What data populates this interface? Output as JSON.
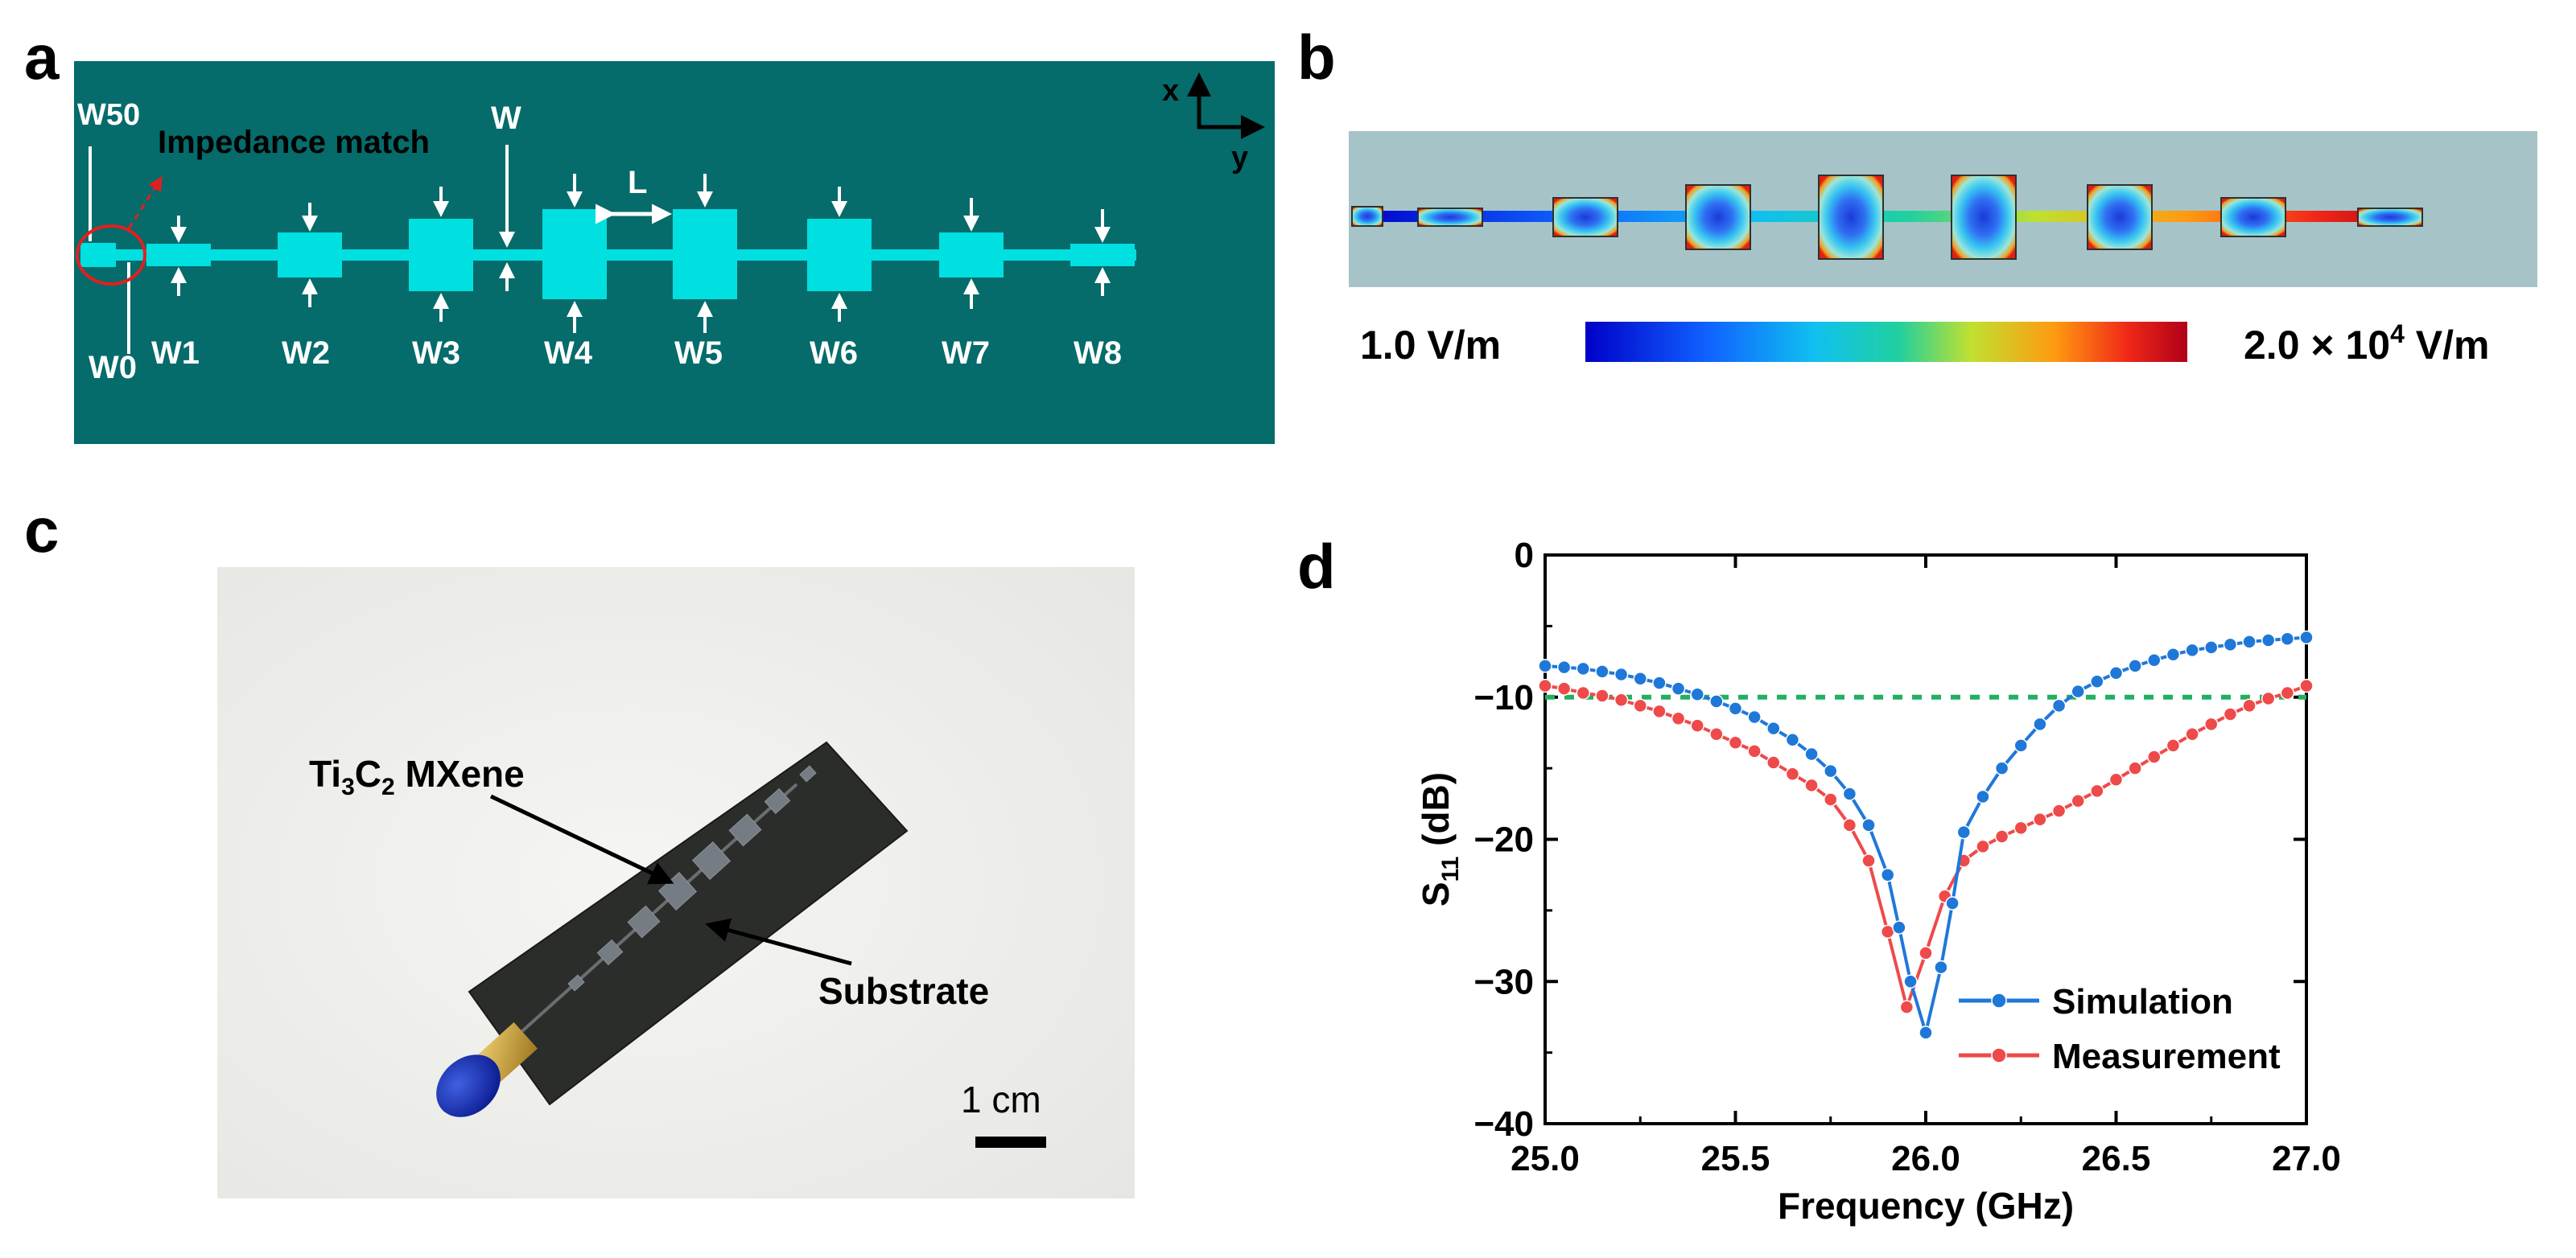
{
  "panels": {
    "a": {
      "letter": "a",
      "colors": {
        "substrate": "#056b6b",
        "line": "#00e0e0",
        "arrow": "#ffffff",
        "callout": "#e02020"
      },
      "labels": {
        "w50": "W50",
        "w0": "W0",
        "w": "W",
        "l": "L",
        "impedance": "Impedance match",
        "axis_x": "x",
        "axis_y": "y"
      },
      "stubs": [
        "W1",
        "W2",
        "W3",
        "W4",
        "W5",
        "W6",
        "W7",
        "W8"
      ]
    },
    "b": {
      "letter": "b",
      "colorbar_min": "1.0 V/m",
      "colorbar_max_base": "2.0 × 10",
      "colorbar_max_exp": "4",
      "colorbar_max_unit": " V/m"
    },
    "c": {
      "letter": "c",
      "label_mxene": {
        "a": "Ti",
        "s1": "3",
        "b": "C",
        "s2": "2",
        "c": " MXene"
      },
      "label_substrate": "Substrate",
      "scale_label": "1 cm"
    },
    "d": {
      "letter": "d"
    }
  },
  "chart_data": {
    "type": "line",
    "xlabel": "Frequency (GHz)",
    "ylabel": {
      "main": "S",
      "sub": "11",
      "rest": " (dB)"
    },
    "xlim": [
      25.0,
      27.0
    ],
    "ylim": [
      -40,
      0
    ],
    "xticks": [
      "25.0",
      "25.5",
      "26.0",
      "26.5",
      "27.0"
    ],
    "yticks": [
      "0",
      "-10",
      "-20",
      "-30",
      "-40"
    ],
    "grid": false,
    "legend_position": "bottom-right",
    "reference_line": {
      "y": -10,
      "style": "dashed",
      "color": "#22b060"
    },
    "series": [
      {
        "name": "Simulation",
        "color": "#1f78d8",
        "x": [
          25.0,
          25.05,
          25.1,
          25.15,
          25.2,
          25.25,
          25.3,
          25.35,
          25.4,
          25.45,
          25.5,
          25.55,
          25.6,
          25.65,
          25.7,
          25.75,
          25.8,
          25.85,
          25.9,
          25.93,
          25.96,
          26.0,
          26.04,
          26.07,
          26.1,
          26.15,
          26.2,
          26.25,
          26.3,
          26.35,
          26.4,
          26.45,
          26.5,
          26.55,
          26.6,
          26.65,
          26.7,
          26.75,
          26.8,
          26.85,
          26.9,
          26.95,
          27.0
        ],
        "y": [
          -7.8,
          -7.9,
          -8.0,
          -8.2,
          -8.4,
          -8.7,
          -9.0,
          -9.4,
          -9.8,
          -10.3,
          -10.8,
          -11.4,
          -12.2,
          -13.0,
          -14.0,
          -15.2,
          -16.8,
          -19.0,
          -22.5,
          -26.2,
          -30.0,
          -33.6,
          -29.0,
          -24.5,
          -19.5,
          -17.0,
          -15.0,
          -13.4,
          -11.9,
          -10.6,
          -9.6,
          -8.9,
          -8.3,
          -7.8,
          -7.4,
          -7.0,
          -6.7,
          -6.5,
          -6.3,
          -6.1,
          -6.0,
          -5.9,
          -5.8
        ]
      },
      {
        "name": "Measurement",
        "color": "#ee4a4a",
        "x": [
          25.0,
          25.05,
          25.1,
          25.15,
          25.2,
          25.25,
          25.3,
          25.35,
          25.4,
          25.45,
          25.5,
          25.55,
          25.6,
          25.65,
          25.7,
          25.75,
          25.8,
          25.85,
          25.9,
          25.95,
          26.0,
          26.05,
          26.1,
          26.15,
          26.2,
          26.25,
          26.3,
          26.35,
          26.4,
          26.45,
          26.5,
          26.55,
          26.6,
          26.65,
          26.7,
          26.75,
          26.8,
          26.85,
          26.9,
          26.95,
          27.0
        ],
        "y": [
          -9.2,
          -9.4,
          -9.7,
          -9.9,
          -10.2,
          -10.6,
          -11.0,
          -11.5,
          -12.0,
          -12.6,
          -13.2,
          -13.8,
          -14.6,
          -15.4,
          -16.2,
          -17.2,
          -19.0,
          -21.5,
          -26.5,
          -31.8,
          -28.0,
          -24.0,
          -21.5,
          -20.5,
          -19.8,
          -19.2,
          -18.6,
          -18.0,
          -17.3,
          -16.6,
          -15.8,
          -15.0,
          -14.2,
          -13.4,
          -12.6,
          -11.9,
          -11.2,
          -10.6,
          -10.1,
          -9.7,
          -9.2
        ]
      }
    ]
  }
}
